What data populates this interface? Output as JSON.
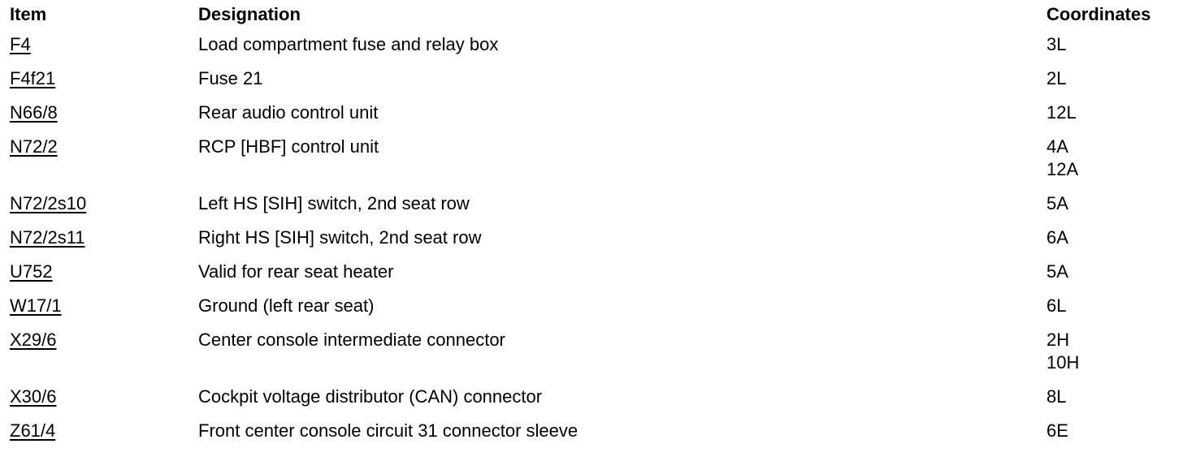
{
  "table": {
    "headers": {
      "item": "Item",
      "designation": "Designation",
      "coordinates": "Coordinates"
    },
    "rows": [
      {
        "item": "F4",
        "designation": "Load compartment fuse and relay box",
        "coordinates": [
          "3L"
        ]
      },
      {
        "item": "F4f21",
        "designation": "Fuse 21",
        "coordinates": [
          "2L"
        ]
      },
      {
        "item": "N66/8",
        "designation": "Rear audio control unit",
        "coordinates": [
          "12L"
        ]
      },
      {
        "item": "N72/2",
        "designation": "RCP [HBF] control unit",
        "coordinates": [
          "4A",
          "12A"
        ]
      },
      {
        "item": "N72/2s10",
        "designation": "Left HS [SIH] switch, 2nd seat row",
        "coordinates": [
          "5A"
        ]
      },
      {
        "item": "N72/2s11",
        "designation": "Right HS [SIH] switch, 2nd seat row",
        "coordinates": [
          "6A"
        ]
      },
      {
        "item": "U752",
        "designation": "Valid for rear seat heater",
        "coordinates": [
          "5A"
        ]
      },
      {
        "item": "W17/1",
        "designation": "Ground (left rear seat)",
        "coordinates": [
          "6L"
        ]
      },
      {
        "item": "X29/6",
        "designation": "Center console intermediate connector",
        "coordinates": [
          "2H",
          "10H"
        ]
      },
      {
        "item": "X30/6",
        "designation": "Cockpit voltage distributor (CAN) connector",
        "coordinates": [
          "8L"
        ]
      },
      {
        "item": "Z61/4",
        "designation": "Front center console circuit 31 connector sleeve",
        "coordinates": [
          "6E"
        ]
      }
    ]
  }
}
